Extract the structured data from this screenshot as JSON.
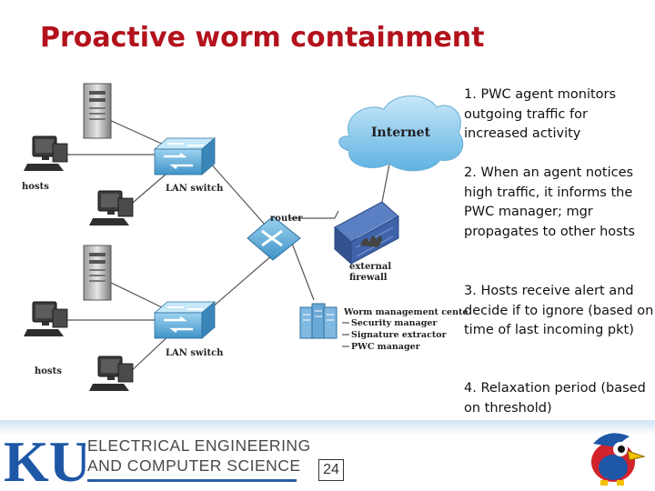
{
  "slide": {
    "title": "Proactive worm containment",
    "points": [
      "1.  PWC agent monitors outgoing traffic for increased activity",
      "2. When an agent notices high traffic, it informs the PWC manager; mgr propagates to other hosts",
      "3. Hosts receive alert and decide if to ignore (based on time of last incoming pkt)",
      "4. Relaxation period (based on threshold)"
    ],
    "page_number": "24"
  },
  "diagram": {
    "labels": {
      "internet": "Internet",
      "hosts_top": "hosts",
      "hosts_bottom": "hosts",
      "lan_switch_top": "LAN switch",
      "lan_switch_bottom": "LAN switch",
      "router": "router",
      "firewall_line1": "external",
      "firewall_line2": "firewall",
      "worm_center": "Worm management center",
      "security_manager": "Security manager",
      "signature_extractor": "Signature extractor",
      "pwc_manager": "PWC manager"
    }
  },
  "footer": {
    "logo_text": "KU",
    "dept_line1": "ELECTRICAL ENGINEERING",
    "dept_line2": "AND COMPUTER SCIENCE"
  },
  "colors": {
    "title": "#b3121c",
    "ku_blue": "#1d57a6",
    "switch_blue": "#5aa8d8",
    "cloud_blue": "#7ec3ea"
  }
}
